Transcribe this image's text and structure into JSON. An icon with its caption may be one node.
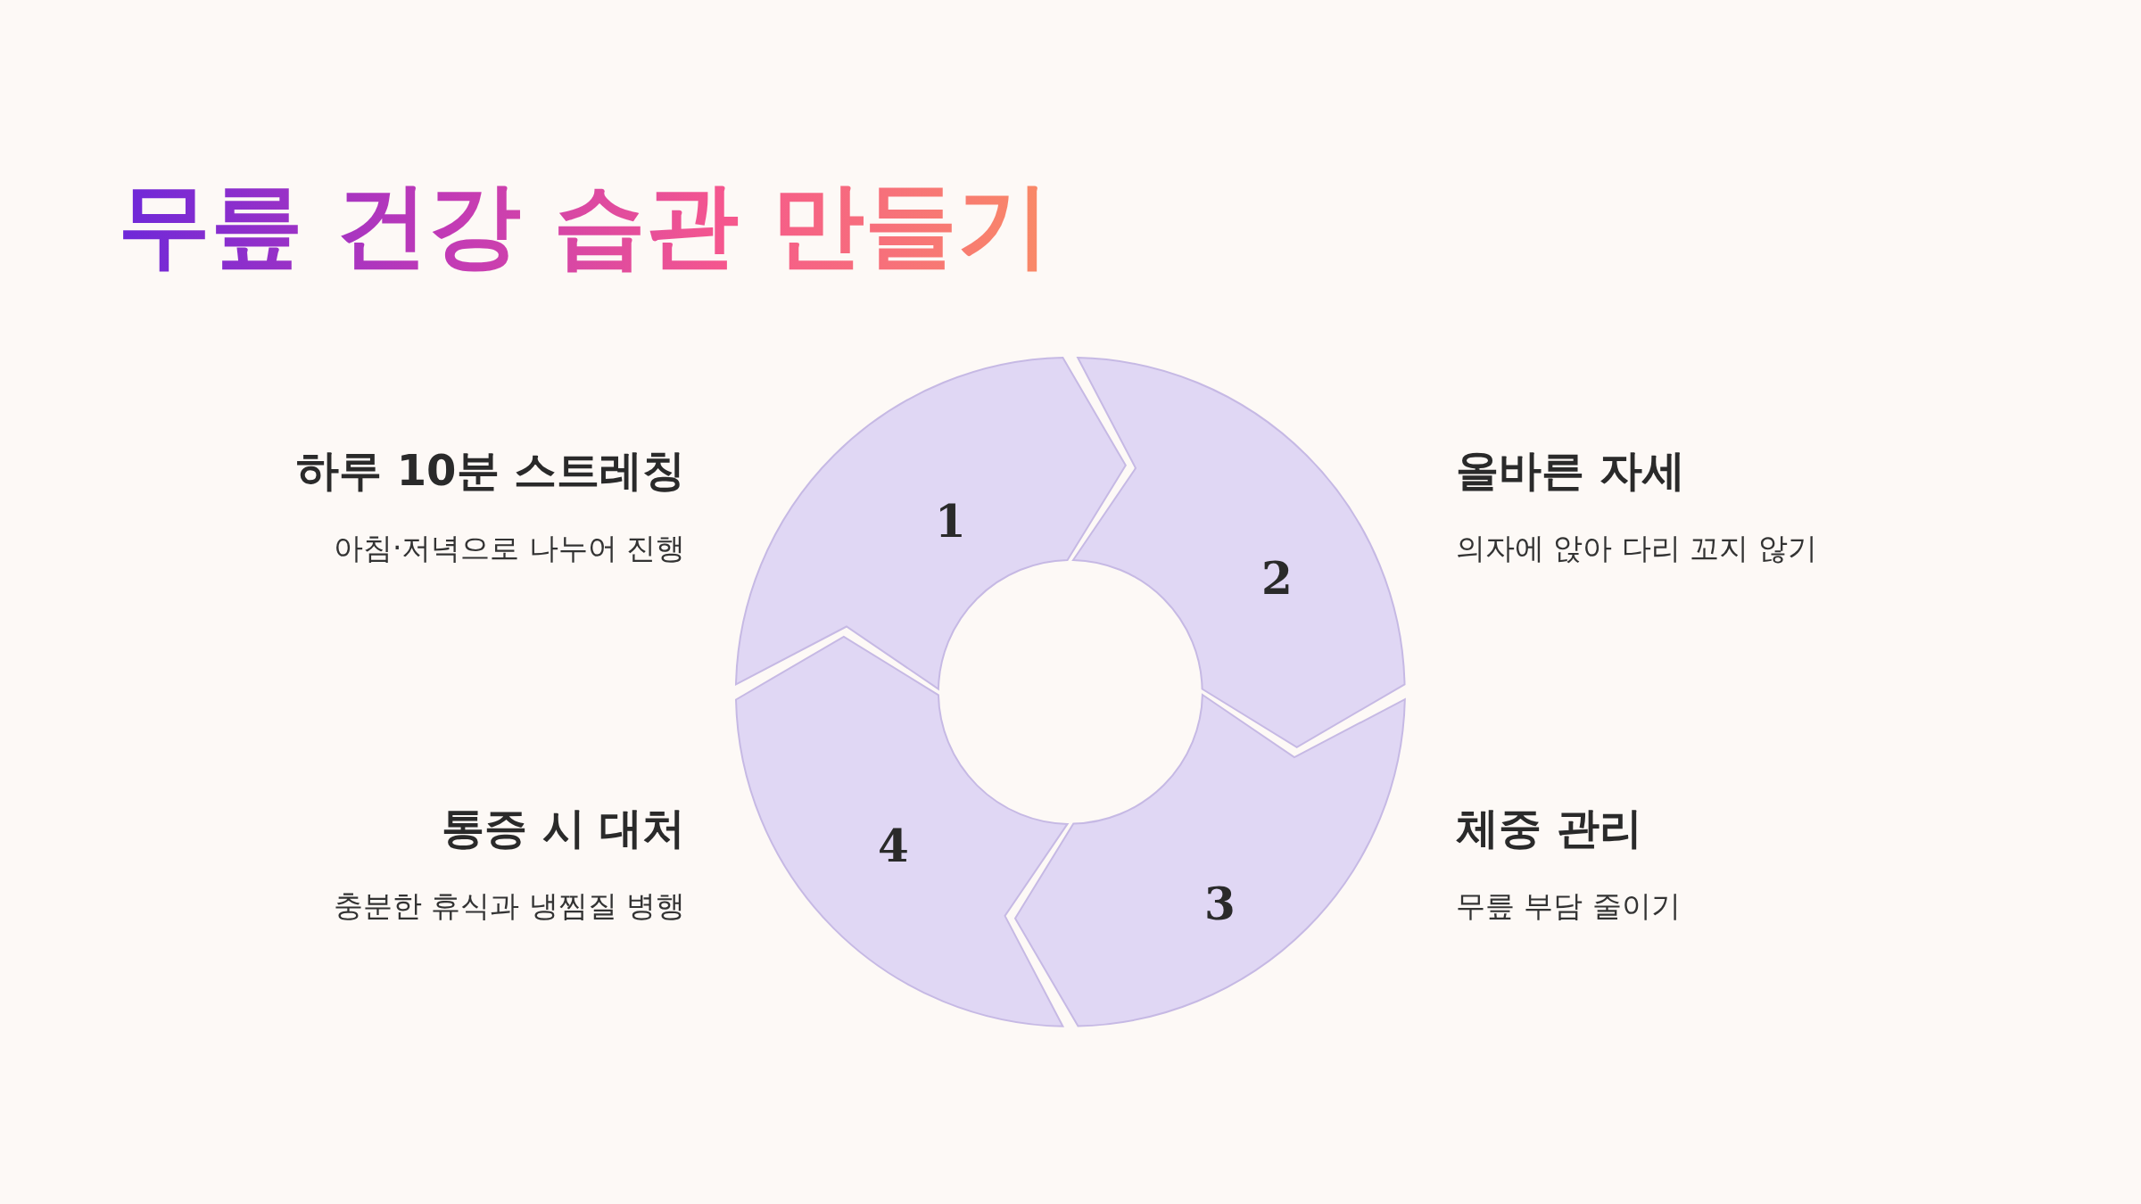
{
  "diagram": {
    "title": "무릎 건강 습관 만들기",
    "nodes": [
      {
        "text": [
          "1"
        ],
        "beside": [
          "하루 10분 스트레칭",
          "아침·저녁으로 나누어 진행"
        ]
      },
      {
        "text": [
          "2"
        ],
        "beside": [
          "올바른 자세",
          "의자에 앉아 다리 꼬지 않기"
        ]
      },
      {
        "text": [
          "3"
        ],
        "beside": [
          "체중 관리",
          "무릎 부담 줄이기"
        ]
      },
      {
        "text": [
          "4"
        ],
        "beside": [
          "통증 시 대처",
          "충분한 휴식과 냉찜질 병행"
        ]
      }
    ]
  }
}
